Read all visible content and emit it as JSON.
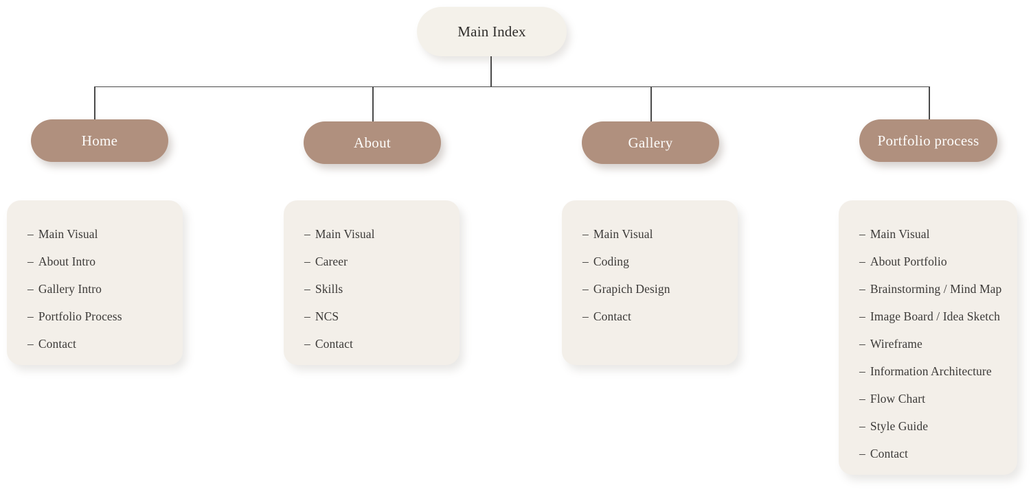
{
  "diagram": {
    "type": "sitemap-tree",
    "title": "Main Index",
    "bullet_prefix": "–",
    "colors": {
      "page_background": "#ffffff",
      "root_node_fill": "#f4f1ea",
      "root_node_text": "#2f2d2b",
      "branch_node_fill": "#b0907e",
      "branch_node_text": "#fdfcfa",
      "card_fill": "#f3efe9",
      "card_text": "#3c3a38",
      "connector_line": "#4a4a4a"
    },
    "root": {
      "label": "Main Index"
    },
    "branches": [
      {
        "label": "Home",
        "items": [
          "Main Visual",
          "About Intro",
          "Gallery Intro",
          "Portfolio Process",
          "Contact"
        ]
      },
      {
        "label": "About",
        "items": [
          "Main Visual",
          "Career",
          "Skills",
          "NCS",
          "Contact"
        ]
      },
      {
        "label": "Gallery",
        "items": [
          "Main Visual",
          "Coding",
          "Grapich Design",
          "Contact"
        ]
      },
      {
        "label": "Portfolio process",
        "items": [
          "Main Visual",
          "About Portfolio",
          "Brainstorming / Mind Map",
          "Image Board / Idea Sketch",
          "Wireframe",
          "Information Architecture",
          "Flow Chart",
          "Style Guide",
          "Contact"
        ]
      }
    ]
  }
}
